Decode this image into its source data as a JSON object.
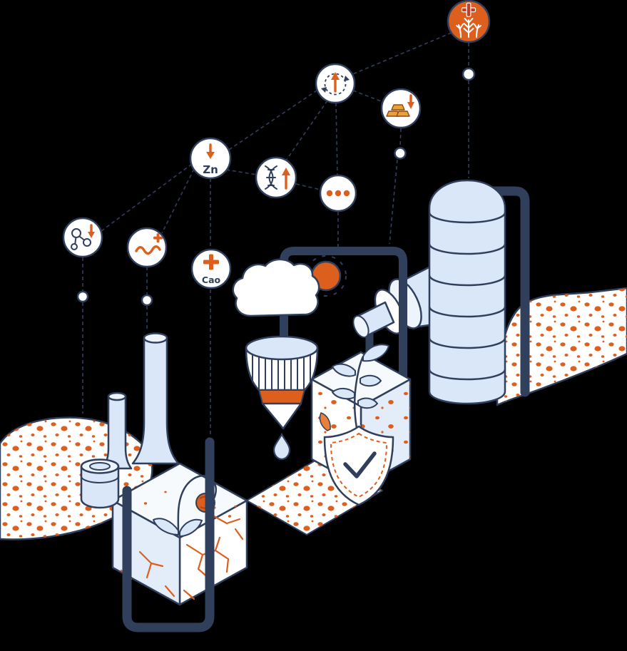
{
  "page": {
    "background": "#000000"
  },
  "illustration": {
    "name": "soil-nutrient-industrial-process-isometric",
    "colors": {
      "outline_navy": "#2f3f5c",
      "fill_light_blue": "#d9e7f8",
      "fill_pale_blue": "#eef4fb",
      "fill_white": "#ffffff",
      "accent_orange": "#dd5f1e",
      "plus_red": "#c43c23",
      "gold": "#e8a23c"
    },
    "nodes": [
      {
        "id": "wheat-plus",
        "icon": "wheat-plus-icon",
        "label": ""
      },
      {
        "id": "recycle-up",
        "icon": "recycle-up-arrow-icon",
        "label": ""
      },
      {
        "id": "gold-down",
        "icon": "gold-bars-down-arrow-icon",
        "label": ""
      },
      {
        "id": "zinc-down",
        "icon": "down-arrow-icon",
        "label": "Zn"
      },
      {
        "id": "dna-up",
        "icon": "dna-up-arrow-icon",
        "label": ""
      },
      {
        "id": "more",
        "icon": "ellipsis-icon",
        "label": "..."
      },
      {
        "id": "molecule-down",
        "icon": "molecule-down-arrow-icon",
        "label": ""
      },
      {
        "id": "worm-plus",
        "icon": "worm-plus-icon",
        "label": ""
      },
      {
        "id": "calcium-plus",
        "icon": "plus-icon",
        "label": "Cao"
      }
    ],
    "scene_parts": [
      "distillation-tower",
      "pipes",
      "funnel-filter",
      "water-drop",
      "cloud",
      "sun",
      "healthy-soil-block-with-plant",
      "protection-shield-checkmark",
      "cracked-dry-soil-block",
      "wilted-flower",
      "chimneys",
      "storage-cylinder",
      "soil-mound-with-nutrient-dots-left",
      "soil-mound-with-nutrient-dots-right"
    ]
  }
}
